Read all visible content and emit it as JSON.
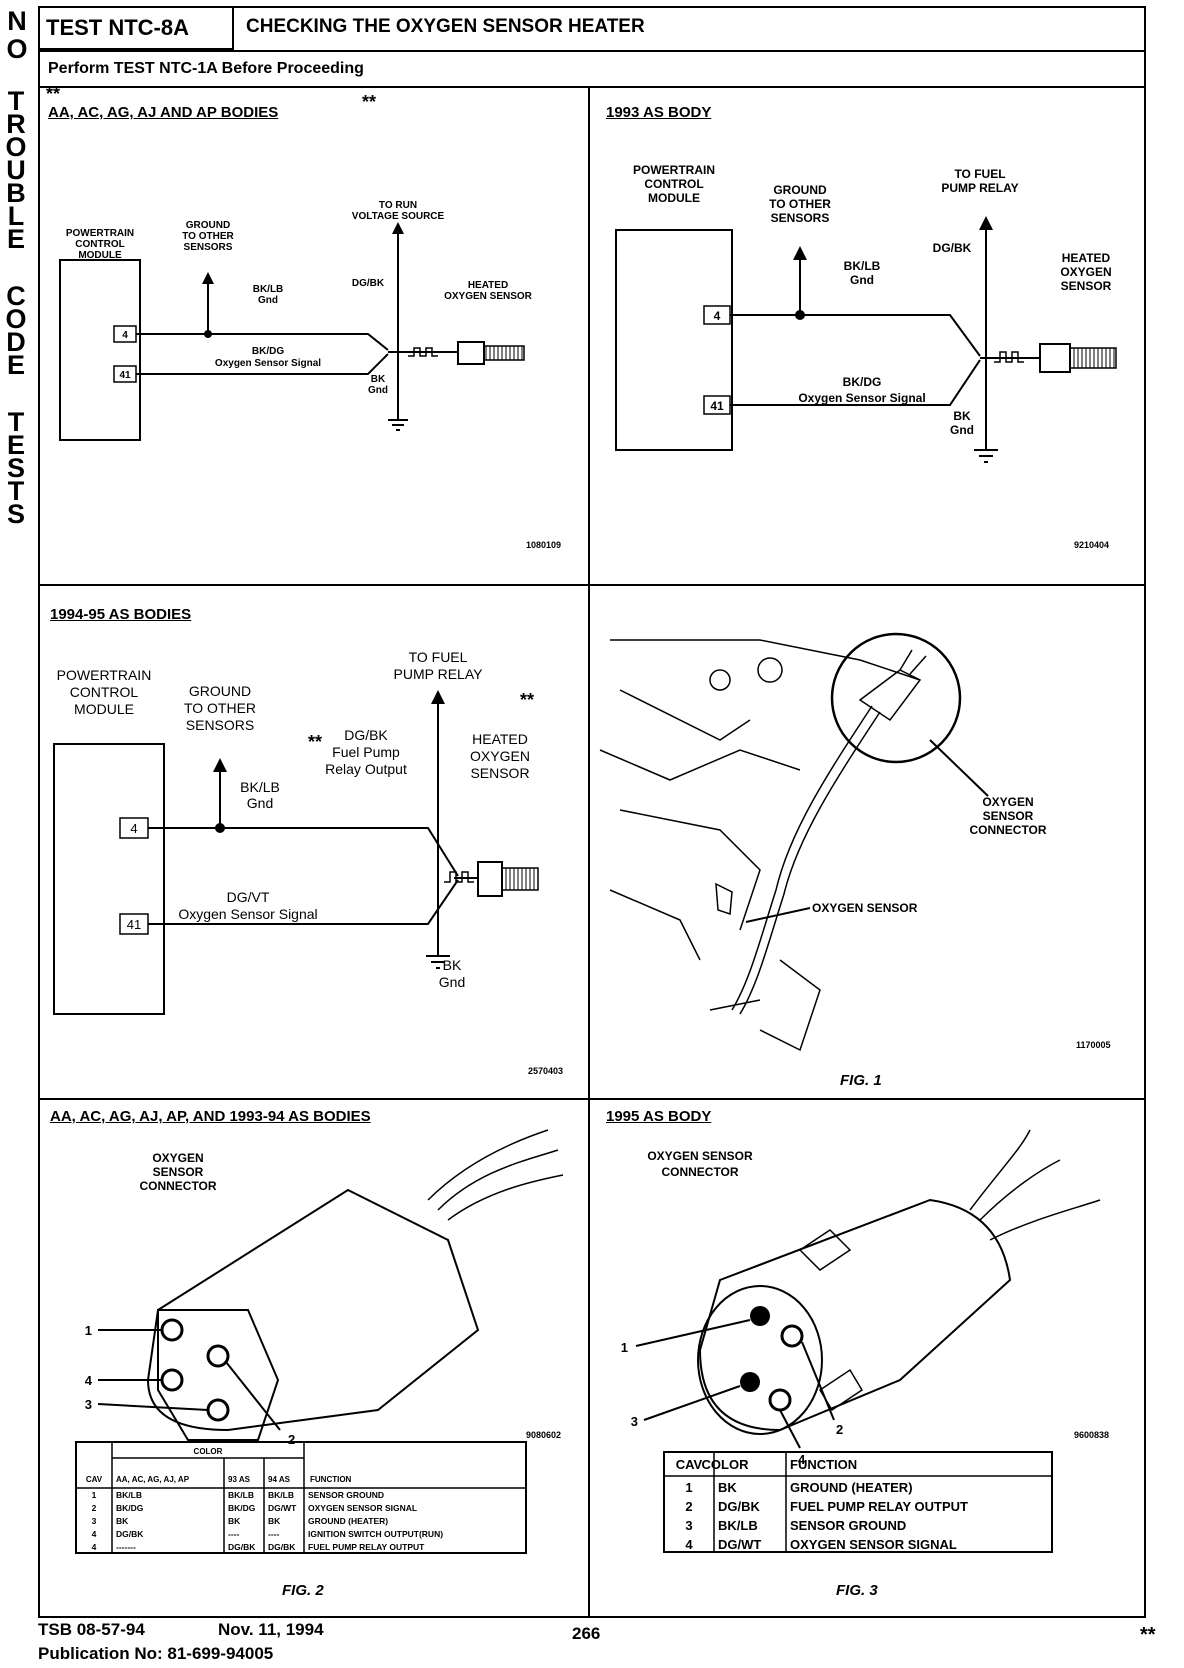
{
  "sidebar": {
    "line1": "NO",
    "line2": "TROUBLE",
    "line3": "CODE",
    "line4": "TESTS"
  },
  "header": {
    "test_id": "TEST NTC-8A",
    "title": "CHECKING THE OXYGEN SENSOR HEATER",
    "subtitle": "Perform TEST NTC-1A Before Proceeding"
  },
  "panel1": {
    "title": "AA, AC, AG, AJ AND AP BODIES",
    "stars": "**",
    "pcm": "POWERTRAIN CONTROL MODULE",
    "ground": "GROUND TO OTHER SENSORS",
    "run": "TO RUN VOLTAGE SOURCE",
    "sensor": "HEATED OXYGEN SENSOR",
    "pin4": "4",
    "pin41": "41",
    "w1": "BK/LB",
    "w1b": "Gnd",
    "w2": "BK/DG",
    "w2b": "Oxygen Sensor Signal",
    "w3": "DG/BK",
    "w4": "BK",
    "w4b": "Gnd",
    "code": "1080109"
  },
  "panel2": {
    "title": "1993 AS BODY",
    "pcm": "POWERTRAIN CONTROL MODULE",
    "ground": "GROUND TO OTHER SENSORS",
    "pump": "TO FUEL PUMP RELAY",
    "sensor": "HEATED OXYGEN SENSOR",
    "pin4": "4",
    "pin41": "41",
    "w1": "BK/LB",
    "w1b": "Gnd",
    "w2": "BK/DG",
    "w2b": "Oxygen Sensor Signal",
    "w3": "DG/BK",
    "w4": "BK",
    "w4b": "Gnd",
    "code": "9210404"
  },
  "panel3": {
    "title": "1994-95 AS BODIES",
    "pcm": "POWERTRAIN CONTROL MODULE",
    "ground": "GROUND TO OTHER SENSORS",
    "pump": "TO FUEL PUMP RELAY",
    "sensor": "HEATED OXYGEN SENSOR",
    "pin4": "4",
    "pin41": "41",
    "w1": "BK/LB",
    "w1b": "Gnd",
    "w3": "DG/BK",
    "w3b": "Fuel Pump",
    "w3c": "Relay Output",
    "w2": "DG/VT",
    "w2b": "Oxygen Sensor Signal",
    "w4": "BK",
    "w4b": "Gnd",
    "stars": "**",
    "code": "2570403"
  },
  "panel4": {
    "connector": "OXYGEN SENSOR CONNECTOR",
    "sensor": "OXYGEN SENSOR",
    "code": "1170005",
    "fig": "FIG. 1"
  },
  "panel5": {
    "title": "AA, AC, AG, AJ, AP, AND 1993-94 AS BODIES",
    "connector": "OXYGEN SENSOR CONNECTOR",
    "code": "9080602",
    "fig": "FIG. 2",
    "table": {
      "color_header": "COLOR",
      "headers": [
        "CAV",
        "AA, AC, AG, AJ, AP",
        "93 AS",
        "94 AS",
        "FUNCTION"
      ],
      "rows": [
        [
          "1",
          "BK/LB",
          "BK/LB",
          "BK/LB",
          "SENSOR GROUND"
        ],
        [
          "2",
          "BK/DG",
          "BK/DG",
          "DG/WT",
          "OXYGEN SENSOR SIGNAL"
        ],
        [
          "3",
          "BK",
          "BK",
          "BK",
          "GROUND (HEATER)"
        ],
        [
          "4",
          "DG/BK",
          "----",
          "----",
          "IGNITION SWITCH OUTPUT(RUN)"
        ],
        [
          "4",
          "-------",
          "DG/BK",
          "DG/BK",
          "FUEL PUMP RELAY OUTPUT"
        ]
      ]
    }
  },
  "panel6": {
    "title": "1995 AS BODY",
    "connector": "OXYGEN SENSOR CONNECTOR",
    "code": "9600838",
    "fig": "FIG. 3",
    "table": {
      "headers": [
        "CAV",
        "COLOR",
        "FUNCTION"
      ],
      "rows": [
        [
          "1",
          "BK",
          "GROUND (HEATER)"
        ],
        [
          "2",
          "DG/BK",
          "FUEL PUMP RELAY OUTPUT"
        ],
        [
          "3",
          "BK/LB",
          "SENSOR GROUND"
        ],
        [
          "4",
          "DG/WT",
          "OXYGEN SENSOR SIGNAL"
        ]
      ]
    }
  },
  "footer": {
    "tsb": "TSB 08-57-94",
    "date": "Nov. 11, 1994",
    "page": "266",
    "pub": "Publication No: 81-699-94005",
    "stars": "**"
  }
}
